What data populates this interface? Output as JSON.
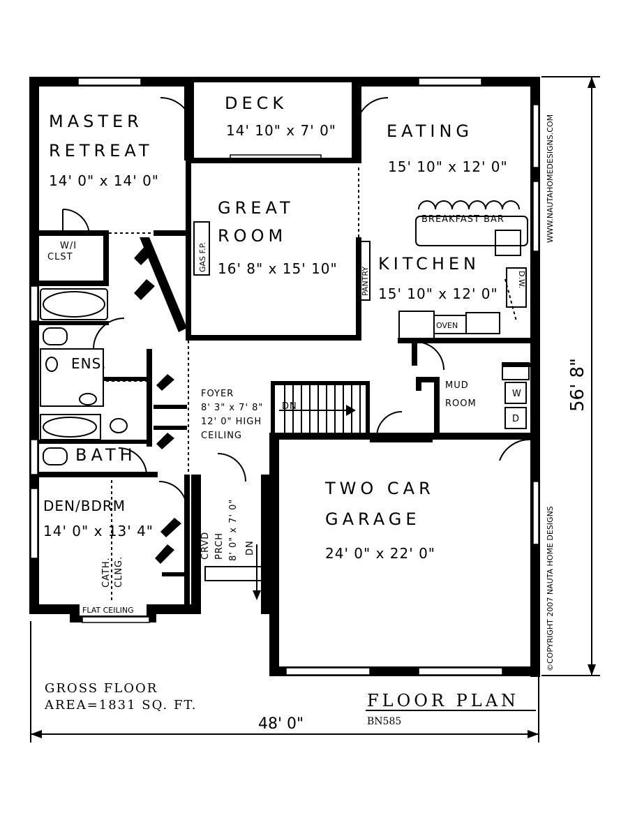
{
  "rooms": {
    "master_retreat": {
      "name1": "MASTER",
      "name2": "RETREAT",
      "dims": "14' 0\" x 14' 0\""
    },
    "deck": {
      "name": "DECK",
      "dims": "14' 10\" x 7' 0\""
    },
    "eating": {
      "name": "EATING",
      "dims": "15' 10\" x 12' 0\""
    },
    "breakfast_bar": "BREAKFAST BAR",
    "great_room": {
      "name1": "GREAT",
      "name2": "ROOM",
      "dims": "16' 8\" x 15' 10\""
    },
    "gas_fp": "GAS F.P.",
    "pantry": "PANTRY",
    "kitchen": {
      "name": "KITCHEN",
      "dims": "15' 10\" x 12' 0\""
    },
    "dw": "D.W.",
    "oven": "OVEN",
    "wi_closet": {
      "line1": "W/I",
      "line2": "CLST"
    },
    "ensuite": "ENS.",
    "foyer": {
      "name": "FOYER",
      "dims": "8' 3\" x 7' 8\"",
      "note1": "12' 0\" HIGH",
      "note2": "CEILING"
    },
    "stairs_dn": "DN",
    "mud_room": {
      "line1": "MUD",
      "line2": "ROOM"
    },
    "washer": "W",
    "dryer": "D",
    "bath": "BATH",
    "den_bdrm": {
      "name": "DEN/BDRM",
      "dims": "14' 0\" x 13' 4\""
    },
    "cath_clng": {
      "line1": "CATH.",
      "line2": "CLNG."
    },
    "flat_ceiling": "FLAT CEILING",
    "covered_porch": {
      "line1": "CRVD",
      "line2": "PRCH",
      "dims": "8' 0\" x 7' 0\"",
      "dn": "DN"
    },
    "garage": {
      "name1": "TWO CAR",
      "name2": "GARAGE",
      "dims": "24' 0\" x 22' 0\""
    }
  },
  "annotations": {
    "gross_floor_line1": "GROSS FLOOR",
    "gross_floor_line2": "AREA=1831 SQ. FT.",
    "plan_title": "FLOOR PLAN",
    "plan_code": "BN585",
    "width_dim": "48' 0\"",
    "depth_dim": "56' 8\"",
    "website": "WWW.NAUTAHOMEDESIGNS.COM",
    "copyright": "©COPYRIGHT 2007 NAUTA HOME DESIGNS"
  },
  "colors": {
    "ink": "#000000",
    "paper": "#ffffff"
  }
}
